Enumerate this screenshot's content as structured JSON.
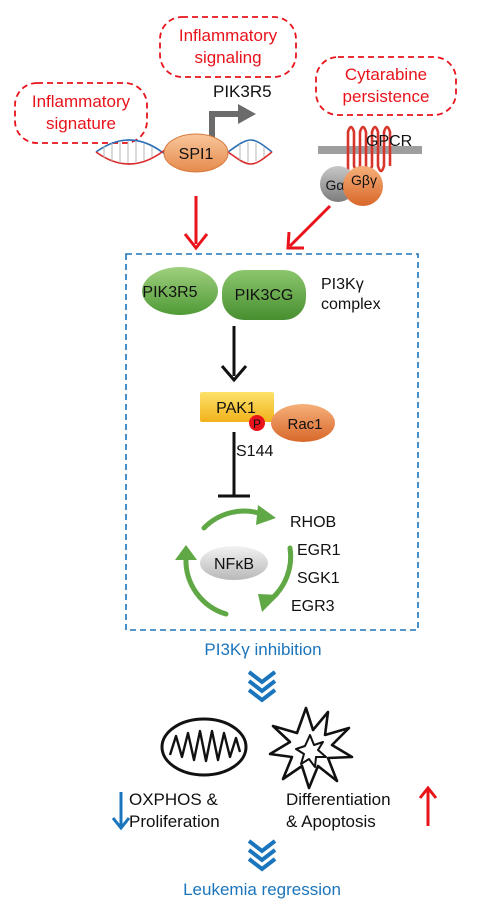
{
  "top_labels": {
    "inflammatory_signature": [
      "Inflammatory",
      "signature"
    ],
    "inflammatory_signaling": [
      "Inflammatory",
      "signaling"
    ],
    "cytarabine_persistence": [
      "Cytarabine",
      "persistence"
    ]
  },
  "gene": {
    "promoter_target": "PIK3R5",
    "tf": "SPI1"
  },
  "receptor": {
    "name": "GPCR",
    "g_alpha": "Gα",
    "g_betagamma": "Gβγ"
  },
  "complex": {
    "subunit_reg": "PIK3R5",
    "subunit_cat": "PIK3CG",
    "label": [
      "PI3Kγ",
      "complex"
    ]
  },
  "kinase": {
    "name": "PAK1",
    "phospho": "P",
    "partner": "Rac1",
    "site": "S144"
  },
  "nfkb": {
    "name": "NFκB",
    "targets": [
      "RHOB",
      "EGR1",
      "SGK1",
      "EGR3"
    ]
  },
  "inhibition_label": "PI3Kγ inhibition",
  "outcomes": {
    "left": [
      "OXPHOS &",
      "Proliferation"
    ],
    "right": [
      "Differentiation",
      "& Apoptosis"
    ]
  },
  "final_label": "Leukemia regression",
  "colors": {
    "red": "#e8131b",
    "blue": "#1b75bc",
    "green": "#5fa845",
    "orange": "#e8833a"
  }
}
